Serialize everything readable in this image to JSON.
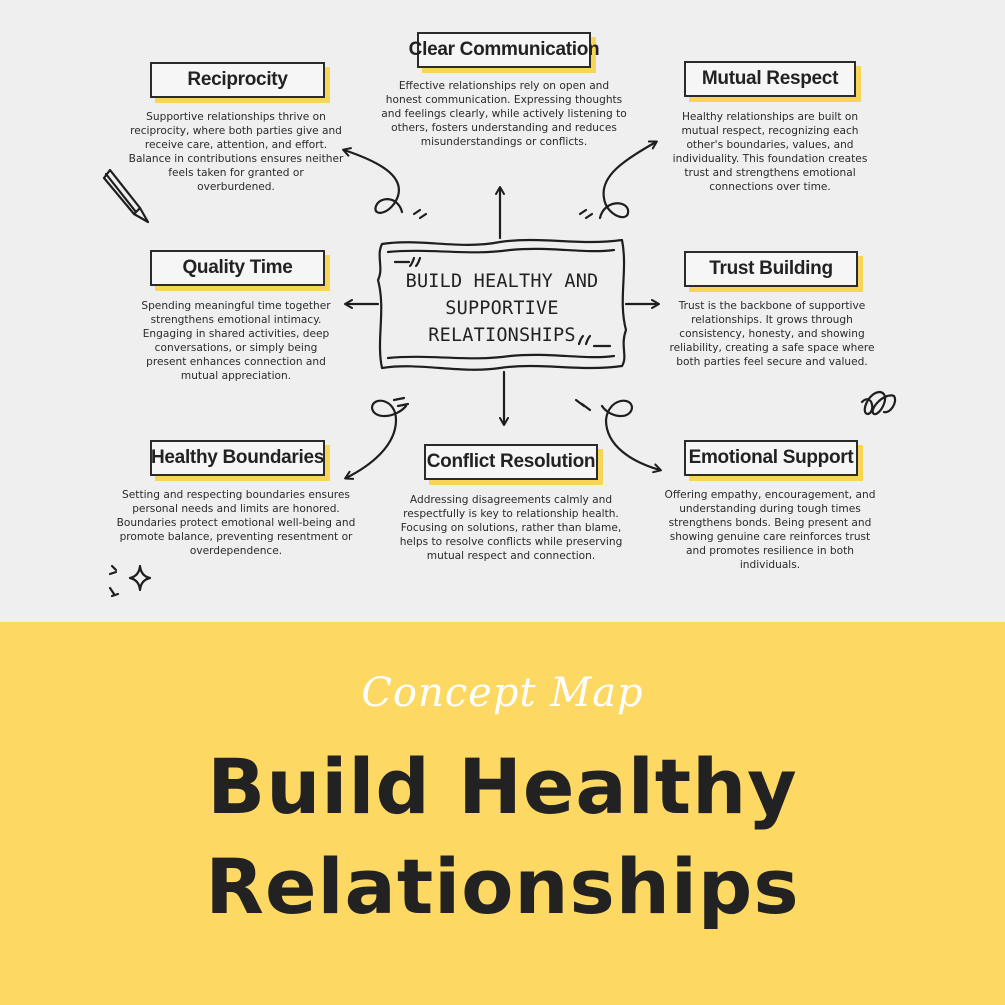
{
  "center": {
    "line1": "BUILD HEALTHY AND",
    "line2": "SUPPORTIVE",
    "line3": "RELATIONSHIPS"
  },
  "nodes": {
    "reciprocity": {
      "title": "Reciprocity",
      "desc": "Supportive relationships thrive on reciprocity, where both parties give and receive care, attention, and effort. Balance in contributions ensures neither feels taken for granted or overburdened."
    },
    "clear_communication": {
      "title": "Clear Communication",
      "desc": "Effective relationships rely on open and honest communication. Expressing thoughts and feelings clearly, while actively listening to others, fosters understanding and reduces misunderstandings or conflicts."
    },
    "mutual_respect": {
      "title": "Mutual Respect",
      "desc": "Healthy relationships are built on mutual respect, recognizing each other's boundaries, values, and individuality. This foundation creates trust and strengthens emotional connections over time."
    },
    "quality_time": {
      "title": "Quality Time",
      "desc": "Spending meaningful time together strengthens emotional intimacy. Engaging in shared activities, deep conversations, or simply being present enhances connection and mutual appreciation."
    },
    "trust_building": {
      "title": "Trust Building",
      "desc": "Trust is the backbone of supportive relationships. It grows through consistency, honesty, and showing reliability, creating a safe space where both parties feel secure and valued."
    },
    "healthy_boundaries": {
      "title": "Healthy Boundaries",
      "desc": "Setting and respecting boundaries ensures personal needs and limits are honored. Boundaries protect emotional well-being and promote balance, preventing resentment or overdependence."
    },
    "conflict_resolution": {
      "title": "Conflict Resolution",
      "desc": "Addressing disagreements calmly and respectfully is key to relationship health. Focusing on solutions, rather than blame, helps to resolve conflicts while preserving mutual respect and connection."
    },
    "emotional_support": {
      "title": "Emotional Support",
      "desc": "Offering empathy, encouragement, and understanding during tough times strengthens bonds. Being present and showing genuine care reinforces trust and promotes resilience in both individuals."
    }
  },
  "banner": {
    "subtitle": "Concept Map",
    "title_line1": "Build Healthy",
    "title_line2": "Relationships"
  },
  "colors": {
    "accent": "#fdd963",
    "shadow": "#f8d457",
    "ink": "#222222",
    "background": "#efefef"
  }
}
